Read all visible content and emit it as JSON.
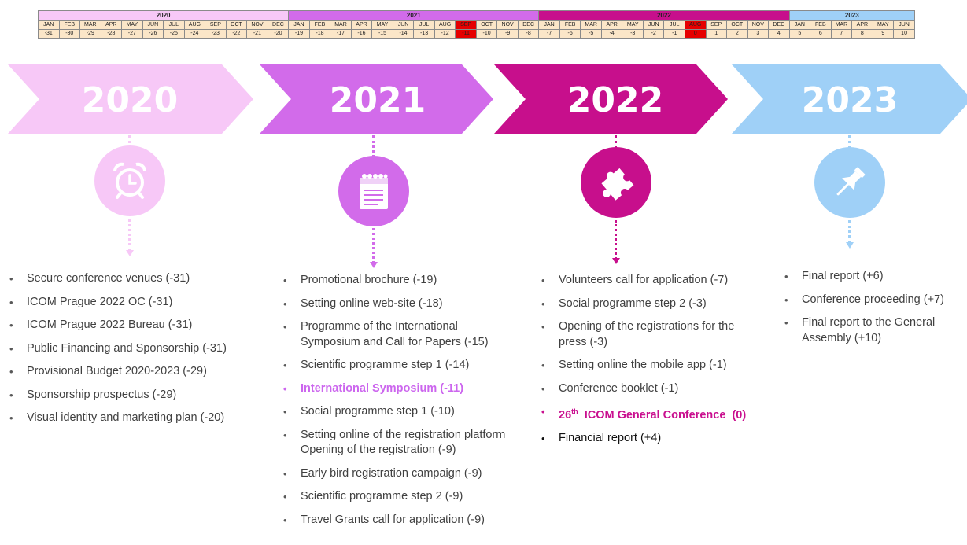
{
  "timeline_grid": {
    "years": [
      {
        "label": "2020",
        "span": 12,
        "color": "#f7c8f7"
      },
      {
        "label": "2021",
        "span": 12,
        "color": "#d26bea"
      },
      {
        "label": "2022",
        "span": 12,
        "color": "#c70f8c"
      },
      {
        "label": "2023",
        "span": 6,
        "color": "#9fd0f7"
      }
    ],
    "months": [
      "JAN",
      "FEB",
      "MAR",
      "APR",
      "MAY",
      "JUN",
      "JUL",
      "AUG",
      "SEP",
      "OCT",
      "NOV",
      "DEC",
      "JAN",
      "FEB",
      "MAR",
      "APR",
      "MAY",
      "JUN",
      "JUL",
      "AUG",
      "SEP",
      "OCT",
      "NOV",
      "DEC",
      "JAN",
      "FEB",
      "MAR",
      "APR",
      "MAY",
      "JUN",
      "JUL",
      "AUG",
      "SEP",
      "OCT",
      "NOV",
      "DEC",
      "JAN",
      "FEB",
      "MAR",
      "APR",
      "MAY",
      "JUN"
    ],
    "offsets": [
      "-31",
      "-30",
      "-29",
      "-28",
      "-27",
      "-26",
      "-25",
      "-24",
      "-23",
      "-22",
      "-21",
      "-20",
      "-19",
      "-18",
      "-17",
      "-16",
      "-15",
      "-14",
      "-13",
      "-12",
      "-11",
      "-10",
      "-9",
      "-8",
      "-7",
      "-6",
      "-5",
      "-4",
      "-3",
      "-2",
      "-1",
      "0",
      "1",
      "2",
      "3",
      "4",
      "5",
      "6",
      "7",
      "8",
      "9",
      "10"
    ],
    "highlighted_months": [
      20,
      31
    ],
    "highlight_color": "#e60000"
  },
  "phases": [
    {
      "year": "2020",
      "color": "#f7c8f7",
      "icon": "alarm-clock-icon"
    },
    {
      "year": "2021",
      "color": "#d26bea",
      "icon": "notepad-icon"
    },
    {
      "year": "2022",
      "color": "#c70f8c",
      "icon": "puzzle-piece-icon"
    },
    {
      "year": "2023",
      "color": "#9fd0f7",
      "icon": "pushpin-icon"
    }
  ],
  "lists": {
    "y2020": [
      "Secure conference venues (-31)",
      "ICOM Prague 2022 OC (-31)",
      "ICOM Prague 2022 Bureau (-31)",
      "Public Financing and Sponsorship (-31)",
      "Provisional Budget 2020-2023 (-29)",
      "Sponsorship prospectus (-29)",
      "Visual identity and marketing plan (-20)"
    ],
    "y2021": [
      "Promotional brochure (-19)",
      "Setting online web-site  (-18)",
      "Programme of the International Symposium and Call for Papers (-15)",
      "Scientific programme step 1 (-14)",
      "International Symposium  (-11)",
      "Social programme step 1 (-10)",
      "Setting online of the registration platform  Opening of the registration (-9)",
      "Early bird registration campaign (-9)",
      "Scientific programme step 2 (-9)",
      "Travel Grants call for application (-9)"
    ],
    "y2022": [
      "Volunteers call for application (-7)",
      "Social programme step 2 (-3)",
      "Opening of the registrations for the press (-3)",
      "Setting online the mobile app (-1)",
      "Conference booklet (-1)",
      "Financial report (+4)"
    ],
    "y2022_conf": {
      "ordinal": "26",
      "sup": "th",
      "text": "  ICOM General Conference  (0)"
    },
    "y2023": [
      "Final report (+6)",
      "Conference proceeding (+7)",
      "Final report to the General Assembly (+10)"
    ]
  }
}
